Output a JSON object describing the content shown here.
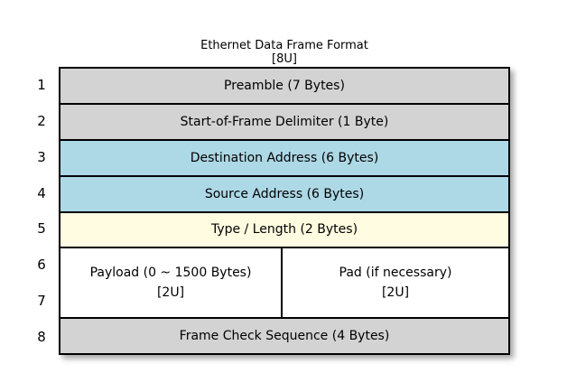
{
  "title": {
    "line1": "Ethernet Data Frame Format",
    "line2": "[8U]"
  },
  "unit_labels": [
    "1",
    "2",
    "3",
    "4",
    "5",
    "6",
    "7",
    "8"
  ],
  "colors": {
    "gray": "#d3d3d3",
    "light_blue": "#add8e6",
    "light_yellow": "#fffce1",
    "white": "#ffffff",
    "border": "#000000"
  },
  "frame": {
    "rows": [
      {
        "label": "Preamble (7 Bytes)",
        "units": 1,
        "color": "#d3d3d3"
      },
      {
        "label": "Start-of-Frame Delimiter (1 Byte)",
        "units": 1,
        "color": "#d3d3d3"
      },
      {
        "label": "Destination Address (6 Bytes)",
        "units": 1,
        "color": "#add8e6"
      },
      {
        "label": "Source Address (6 Bytes)",
        "units": 1,
        "color": "#add8e6"
      },
      {
        "label": "Type / Length (2 Bytes)",
        "units": 1,
        "color": "#fffce1"
      },
      {
        "units": 2,
        "cells": [
          {
            "line1": "Payload (0 ~ 1500 Bytes)",
            "line2": "[2U]",
            "color": "#ffffff"
          },
          {
            "line1": "Pad (if necessary)",
            "line2": "[2U]",
            "color": "#ffffff"
          }
        ]
      },
      {
        "label": "Frame Check Sequence (4 Bytes)",
        "units": 1,
        "color": "#d3d3d3"
      }
    ]
  }
}
